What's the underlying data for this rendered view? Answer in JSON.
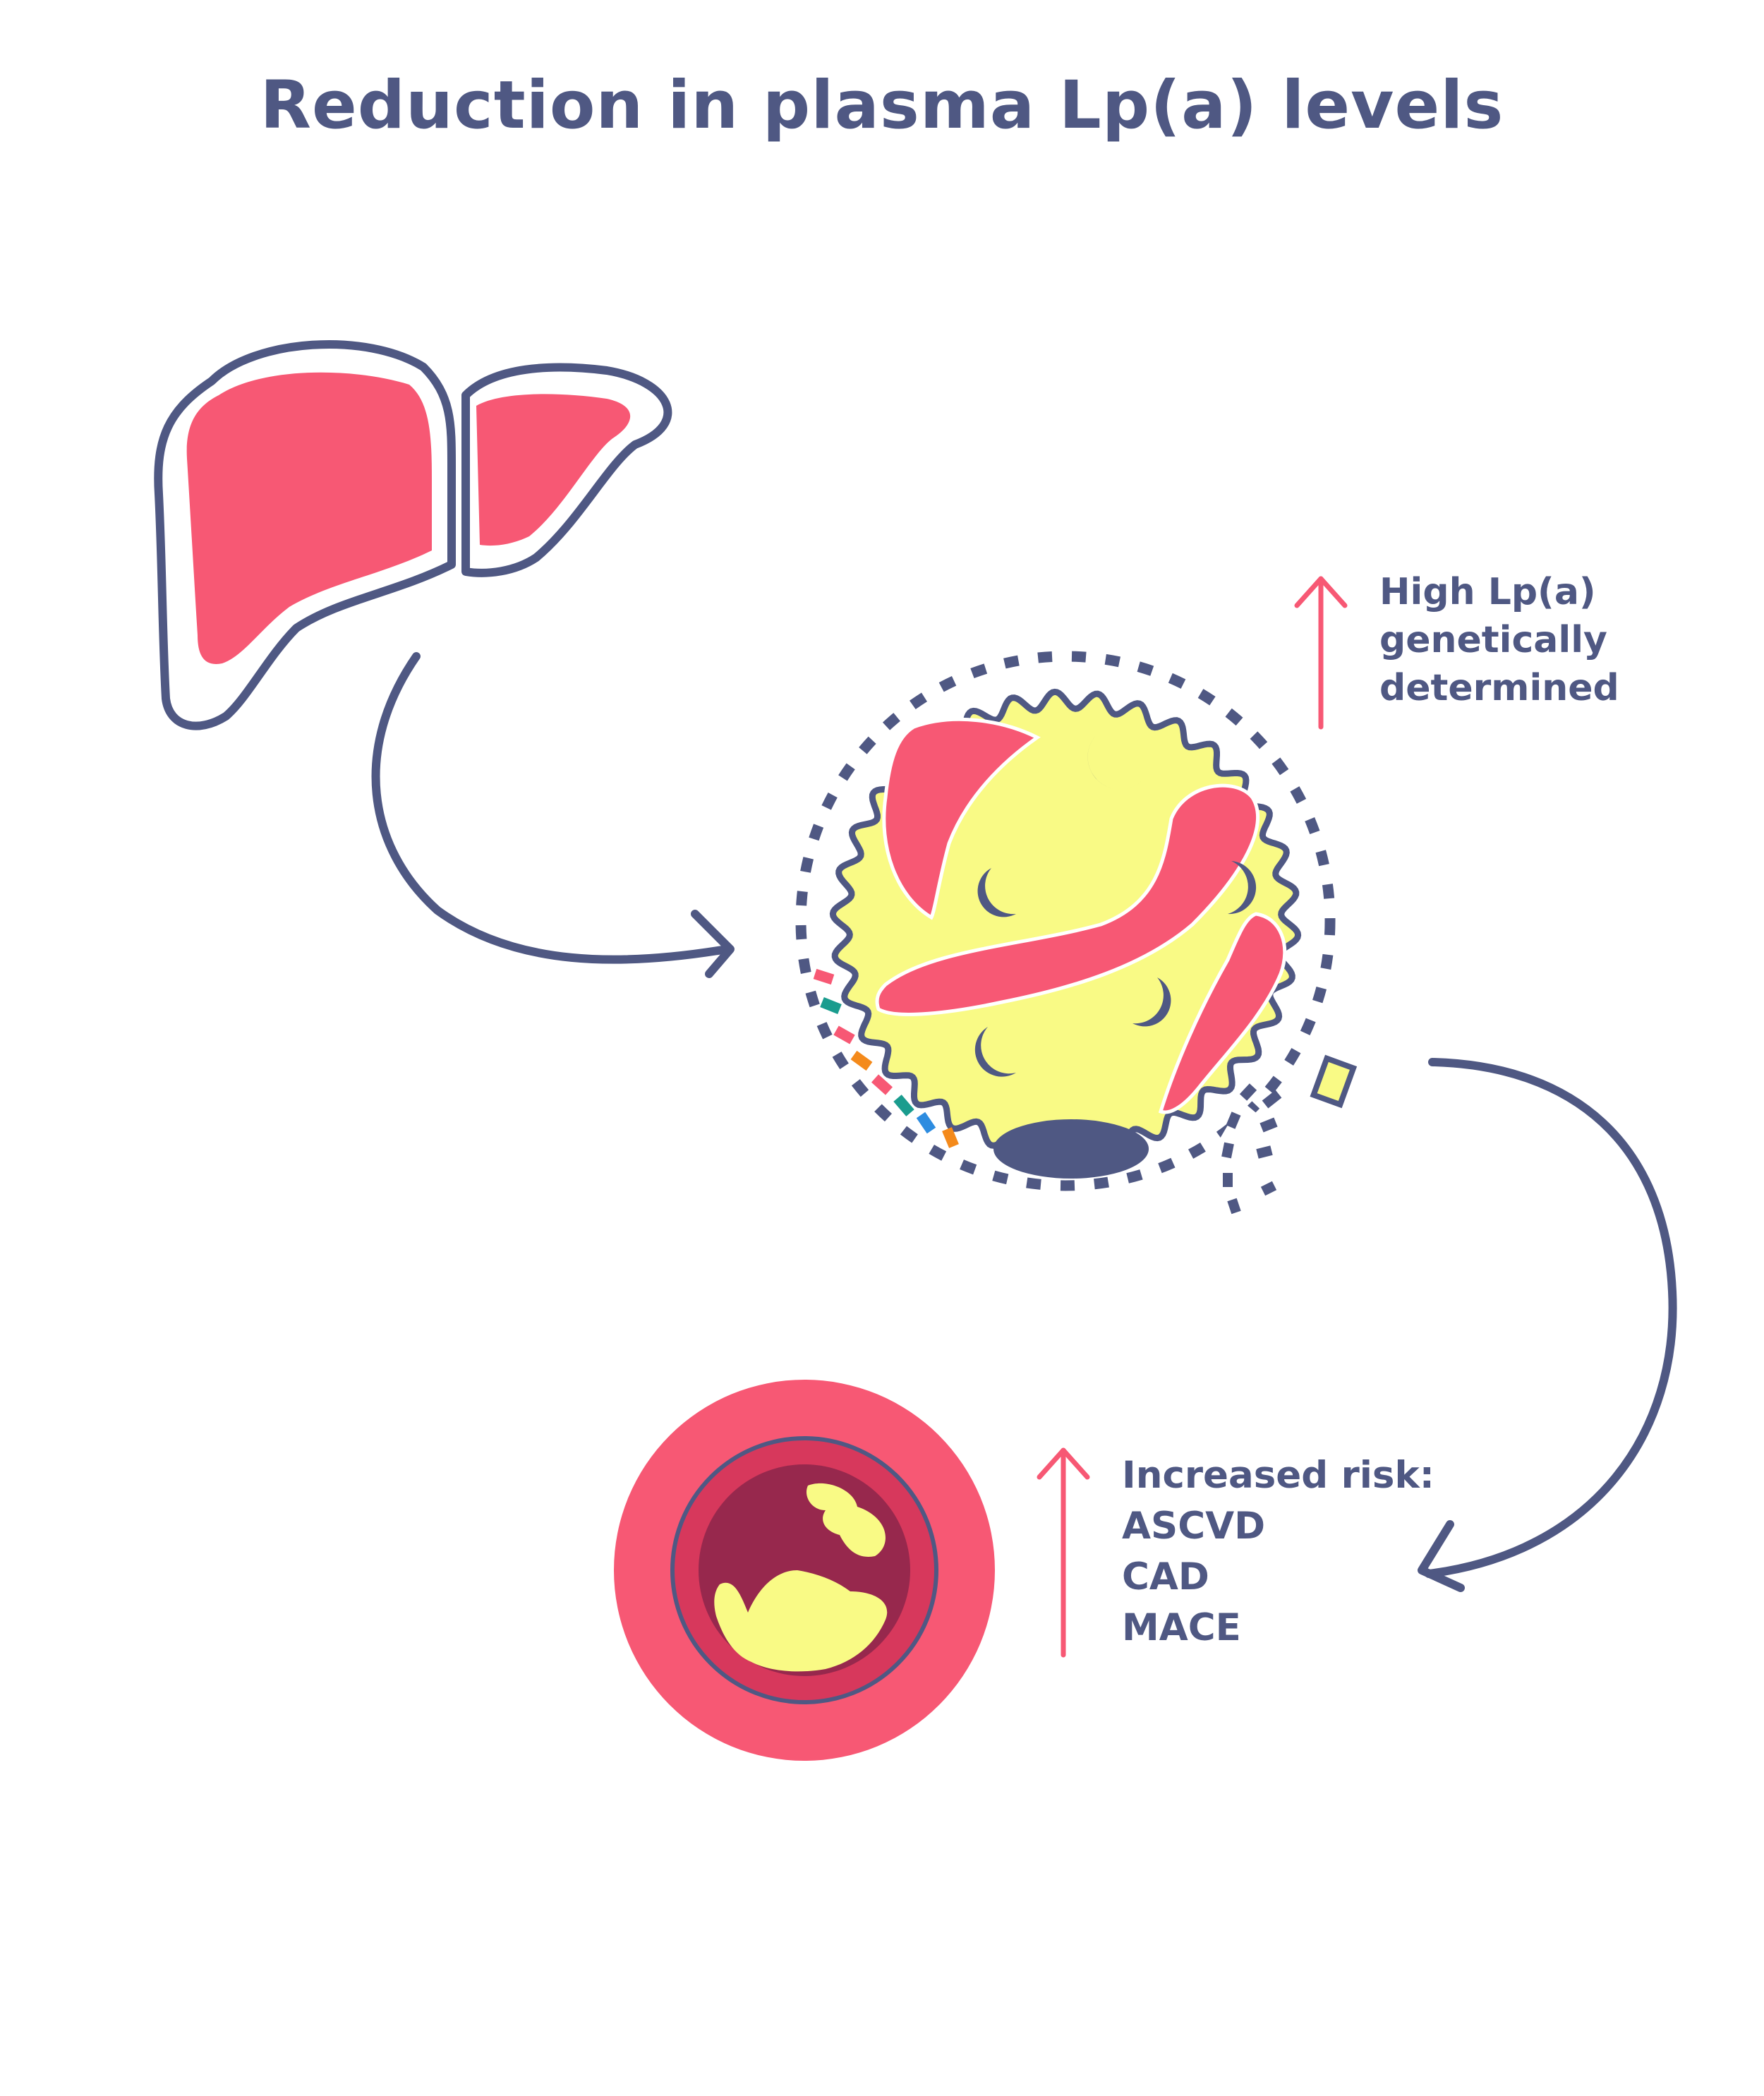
{
  "title": "Reduction in plasma Lp(a) levels",
  "lpa_note": {
    "lines": [
      "High Lp(a)",
      "genetically",
      "determined"
    ],
    "arrow_direction": "up"
  },
  "risk_note": {
    "lines": [
      "Increased risk:",
      "ASCVD",
      "CAD",
      "MACE"
    ],
    "arrow_direction": "up"
  },
  "icons": {
    "liver": "liver-icon",
    "particle": "lipoprotein-particle-icon",
    "artery": "artery-cross-section-icon"
  },
  "colors": {
    "text": "#4f5883",
    "outline": "#4f5883",
    "pink": "#f75874",
    "yellow": "#f9fa85",
    "dark_red": "#97284d",
    "mid_red": "#d7385c",
    "teal": "#1a9c8e",
    "orange": "#f48a1b",
    "blue": "#2d8ce0"
  }
}
